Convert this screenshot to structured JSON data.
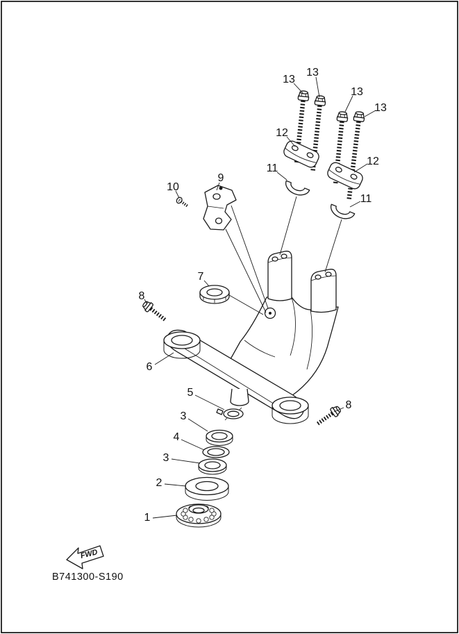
{
  "page": {
    "background_color": "#ffffff",
    "line_color": "#1a1a1a"
  },
  "diagram": {
    "code": "B741300-S190",
    "fwd_label": "FWD",
    "callouts": [
      {
        "label": "13"
      },
      {
        "label": "13"
      },
      {
        "label": "13"
      },
      {
        "label": "13"
      },
      {
        "label": "12"
      },
      {
        "label": "12"
      },
      {
        "label": "11"
      },
      {
        "label": "11"
      },
      {
        "label": "10"
      },
      {
        "label": "9"
      },
      {
        "label": "7"
      },
      {
        "label": "8"
      },
      {
        "label": "6"
      },
      {
        "label": "5"
      },
      {
        "label": "3"
      },
      {
        "label": "4"
      },
      {
        "label": "3"
      },
      {
        "label": "2"
      },
      {
        "label": "1"
      },
      {
        "label": "8"
      }
    ]
  }
}
